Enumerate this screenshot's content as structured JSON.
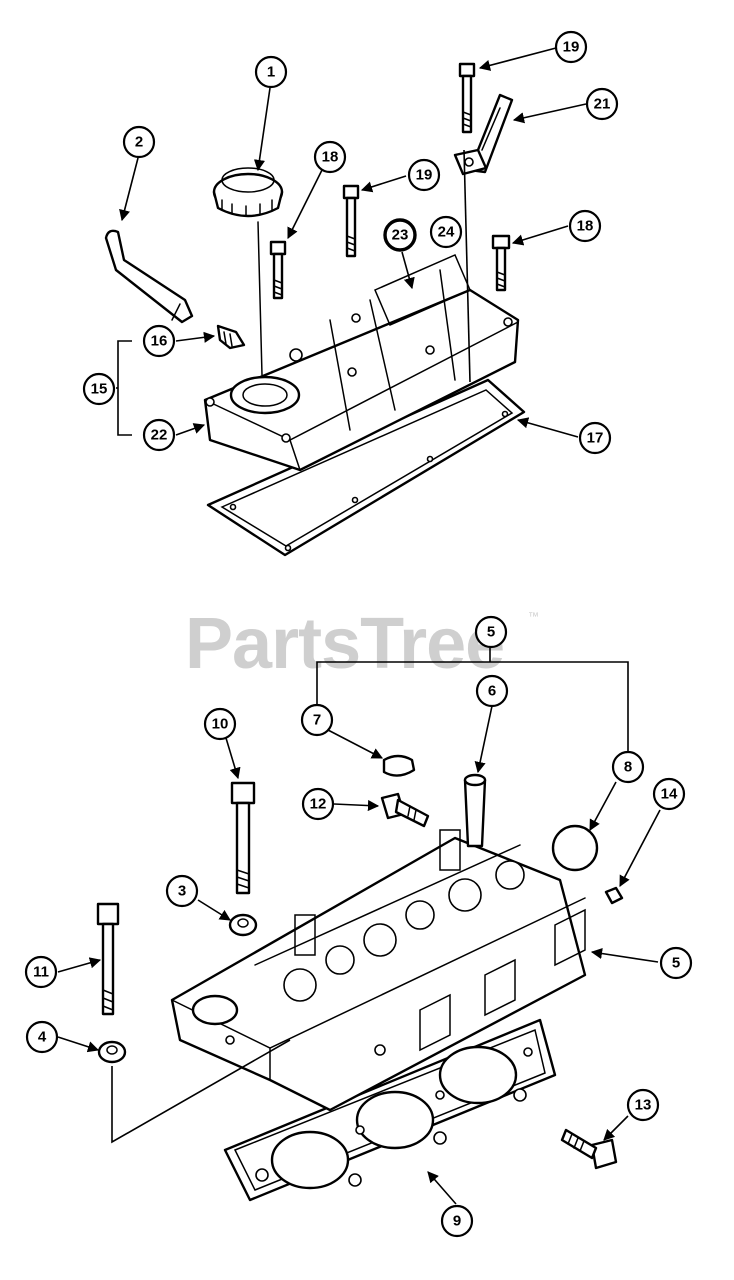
{
  "watermark": {
    "text": "PartsTree",
    "trademark": "™"
  },
  "callouts": {
    "c1": "1",
    "c2": "2",
    "c3": "3",
    "c4": "4",
    "c5a": "5",
    "c5b": "5",
    "c6": "6",
    "c7": "7",
    "c8": "8",
    "c9": "9",
    "c10": "10",
    "c11": "11",
    "c12": "12",
    "c13": "13",
    "c14": "14",
    "c15": "15",
    "c16": "16",
    "c17": "17",
    "c18a": "18",
    "c18b": "18",
    "c19a": "19",
    "c19b": "19",
    "c21": "21",
    "c22": "22",
    "c23": "23",
    "c24": "24"
  }
}
